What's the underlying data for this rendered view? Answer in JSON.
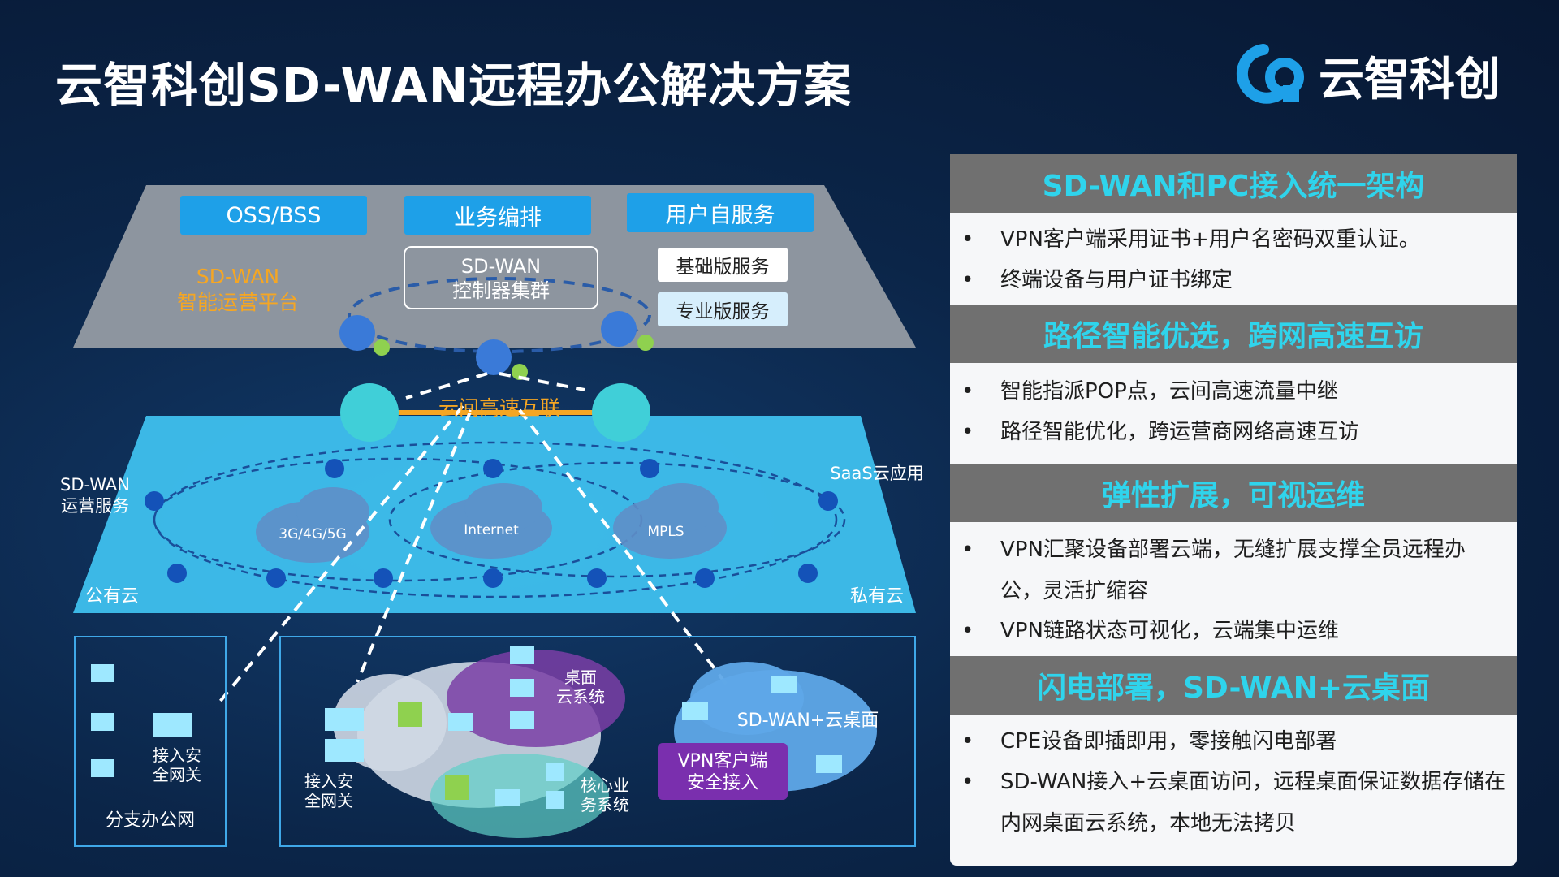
{
  "title": "云智科创SD-WAN远程办公解决方案",
  "logo": {
    "text": "云智科创"
  },
  "colors": {
    "accent": "#2fd4ec",
    "blue": "#1ea0e8",
    "header_bg": "#707070",
    "gold": "#f5a623",
    "purple": "#7a3ea6"
  },
  "diagram": {
    "top_buttons": [
      "OSS/BSS",
      "业务编排",
      "用户自服务"
    ],
    "platform_label": [
      "SD-WAN",
      "智能运营平台"
    ],
    "controller": [
      "SD-WAN",
      "控制器集群"
    ],
    "service_basic": "基础版服务",
    "service_pro": "专业版服务",
    "cloud_link": "云间高速互联",
    "sdwan_ops": [
      "SD-WAN",
      "运营服务"
    ],
    "saas": "SaaS云应用",
    "clouds": [
      "3G/4G/5G",
      "Internet",
      "MPLS"
    ],
    "public_cloud": "公有云",
    "private_cloud": "私有云",
    "branch_gateway": [
      "接入安",
      "全网关"
    ],
    "branch_office": "分支办公网",
    "hq_gateway": [
      "接入安",
      "全网关"
    ],
    "desktop_cloud": [
      "桌面",
      "云系统"
    ],
    "core_system": [
      "核心业",
      "务系统"
    ],
    "sdwan_desktop": "SD-WAN+云桌面",
    "vpn_client": [
      "VPN客户端",
      "安全接入"
    ]
  },
  "sections": [
    {
      "header": "SD-WAN和PC接入统一架构",
      "bullets": [
        "VPN客户端采用证书+用户名密码双重认证。",
        "终端设备与用户证书绑定"
      ]
    },
    {
      "header": "路径智能优选，跨网高速互访",
      "bullets": [
        "智能指派POP点，云间高速流量中继",
        "路径智能优化，跨运营商网络高速互访"
      ]
    },
    {
      "header": "弹性扩展，可视运维",
      "bullets": [
        "VPN汇聚设备部署云端，无缝扩展支撑全员远程办公，灵活扩缩容",
        "VPN链路状态可视化，云端集中运维"
      ]
    },
    {
      "header": "闪电部署，SD-WAN+云桌面",
      "bullets": [
        "CPE设备即插即用，零接触闪电部署",
        "SD-WAN接入+云桌面访问，远程桌面保证数据存储在内网桌面云系统，本地无法拷贝"
      ]
    }
  ]
}
